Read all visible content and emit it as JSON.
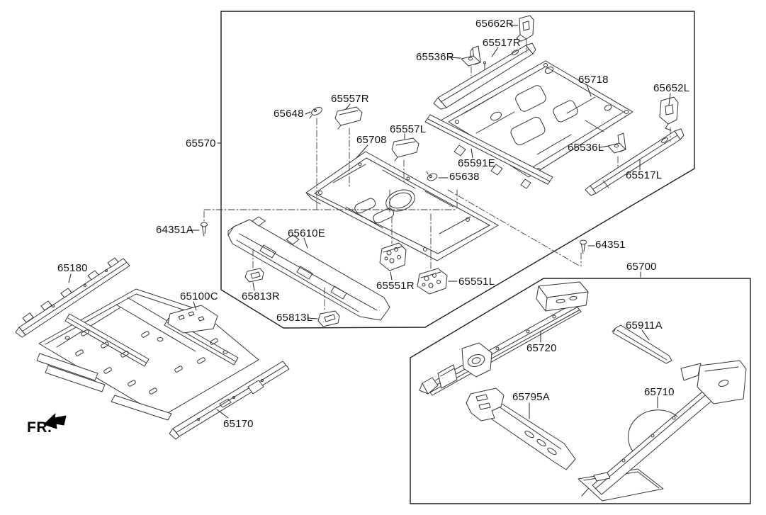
{
  "colors": {
    "background": "#ffffff",
    "art_line": "#333333",
    "box_line": "#1f1f1f",
    "label_text": "#121212"
  },
  "icons": {
    "fr_arrow": "thick-front-direction-arrow",
    "fastener": "screw-icon"
  },
  "fr_indicator": {
    "label": "FR."
  },
  "labels": [
    {
      "id": "65570",
      "text": "65570"
    },
    {
      "id": "65662R",
      "text": "65662R"
    },
    {
      "id": "65517R",
      "text": "65517R"
    },
    {
      "id": "65536R",
      "text": "65536R"
    },
    {
      "id": "65718",
      "text": "65718"
    },
    {
      "id": "65652L",
      "text": "65652L"
    },
    {
      "id": "65536L",
      "text": "65536L"
    },
    {
      "id": "65517L",
      "text": "65517L"
    },
    {
      "id": "65591E",
      "text": "65591E"
    },
    {
      "id": "65638",
      "text": "65638"
    },
    {
      "id": "65648",
      "text": "65648"
    },
    {
      "id": "65557R",
      "text": "65557R"
    },
    {
      "id": "65557L",
      "text": "65557L"
    },
    {
      "id": "65708",
      "text": "65708"
    },
    {
      "id": "64351A",
      "text": "64351A"
    },
    {
      "id": "65610E",
      "text": "65610E"
    },
    {
      "id": "65813R",
      "text": "65813R"
    },
    {
      "id": "65813L",
      "text": "65813L"
    },
    {
      "id": "65551R",
      "text": "65551R"
    },
    {
      "id": "65551L",
      "text": "65551L"
    },
    {
      "id": "64351",
      "text": "64351"
    },
    {
      "id": "65700",
      "text": "65700"
    },
    {
      "id": "65720",
      "text": "65720"
    },
    {
      "id": "65911A",
      "text": "65911A"
    },
    {
      "id": "65795A",
      "text": "65795A"
    },
    {
      "id": "65710",
      "text": "65710"
    },
    {
      "id": "65100C",
      "text": "65100C"
    },
    {
      "id": "65180",
      "text": "65180"
    },
    {
      "id": "65170",
      "text": "65170"
    }
  ]
}
